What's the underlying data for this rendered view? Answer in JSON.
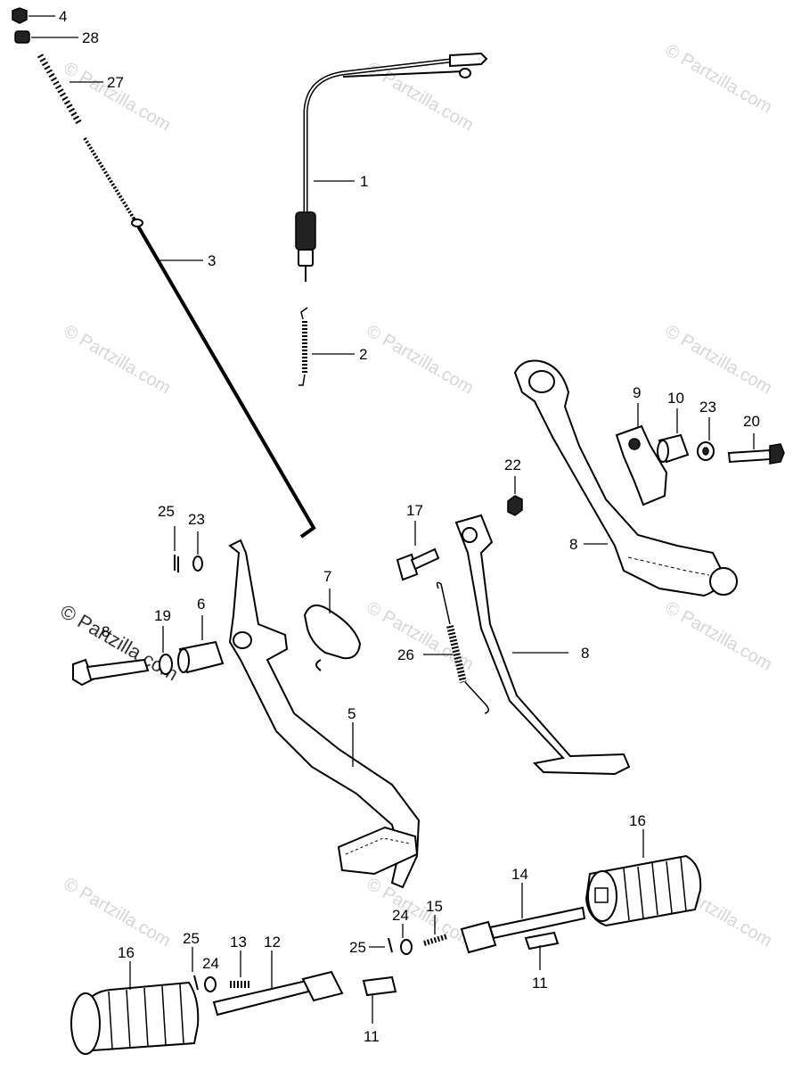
{
  "watermark": {
    "text": "© Partzilla.com",
    "primary_text": "© Partzilla.com"
  },
  "callouts": {
    "c1": "1",
    "c2": "2",
    "c3": "3",
    "c4": "4",
    "c5": "5",
    "c6": "6",
    "c7": "7",
    "c8a": "8",
    "c8b": "8",
    "c8c": "8",
    "c9": "9",
    "c10": "10",
    "c11a": "11",
    "c11b": "11",
    "c12": "12",
    "c13": "13",
    "c14": "14",
    "c15": "15",
    "c16a": "16",
    "c16b": "16",
    "c17": "17",
    "c19": "19",
    "c20": "20",
    "c22": "22",
    "c23a": "23",
    "c23b": "23",
    "c24a": "24",
    "c24b": "24",
    "c25a": "25",
    "c25b": "25",
    "c25c": "25",
    "c26": "26",
    "c27": "27",
    "c28": "28"
  }
}
